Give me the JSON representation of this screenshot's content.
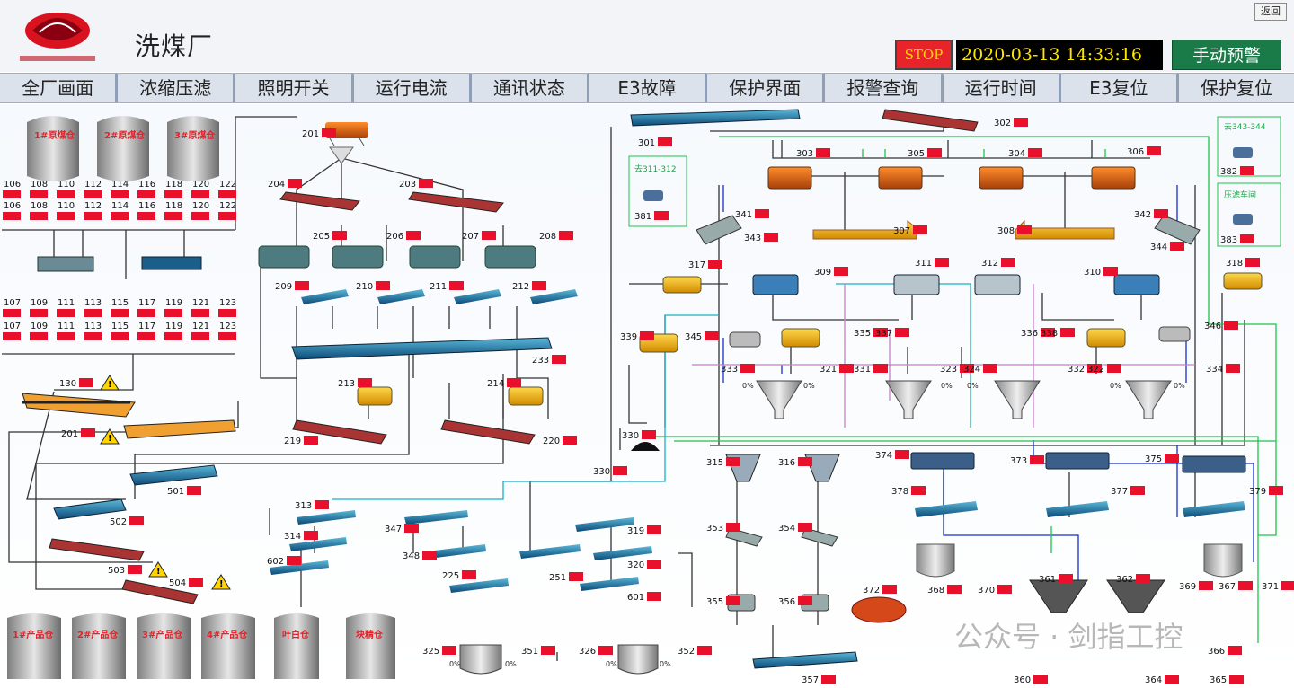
{
  "header": {
    "title": "洗煤厂",
    "stop_label": "STOP",
    "datetime": "2020-03-13  14:33:16",
    "alarm_label": "手动预警",
    "back_label": "返回"
  },
  "nav": [
    "全厂画面",
    "浓缩压滤",
    "照明开关",
    "运行电流",
    "通讯状态",
    "E3故障",
    "保护界面",
    "报警查询",
    "运行时间",
    "E3复位",
    "保护复位"
  ],
  "silos": {
    "top": [
      "1#原煤仓",
      "2#原煤仓",
      "3#原煤仓"
    ],
    "bottom": [
      "1#产品仓",
      "2#产品仓",
      "3#产品仓",
      "4#产品仓",
      "叶白仓",
      "块精仓"
    ]
  },
  "feeders": {
    "row1": [
      "106",
      "108",
      "110",
      "112",
      "114",
      "116",
      "118",
      "120",
      "122"
    ],
    "row2": [
      "107",
      "109",
      "111",
      "113",
      "115",
      "117",
      "119",
      "121",
      "123"
    ]
  },
  "remote_boxes": [
    "去311-312",
    "去343-344",
    "压滤车间"
  ],
  "watermark": "公众号 · 剑指工控",
  "tags": [
    "201",
    "204",
    "203",
    "205",
    "206",
    "207",
    "208",
    "209",
    "210",
    "211",
    "212",
    "213",
    "214",
    "233",
    "219",
    "220",
    "130",
    "201",
    "501",
    "502",
    "503",
    "504",
    "313",
    "314",
    "602",
    "347",
    "348",
    "225",
    "251",
    "319",
    "320",
    "601",
    "330",
    "330",
    "339",
    "345",
    "317",
    "301",
    "302",
    "381",
    "341",
    "343",
    "303",
    "305",
    "304",
    "306",
    "307",
    "308",
    "342",
    "344",
    "382",
    "383",
    "318",
    "309",
    "311",
    "312",
    "310",
    "335",
    "337",
    "336",
    "338",
    "346",
    "333",
    "321",
    "331",
    "323",
    "324",
    "332",
    "322",
    "334",
    "315",
    "316",
    "374",
    "373",
    "375",
    "378",
    "377",
    "379",
    "353",
    "354",
    "355",
    "356",
    "357",
    "372",
    "368",
    "370",
    "361",
    "362",
    "369",
    "367",
    "371",
    "366",
    "365",
    "360",
    "364",
    "325",
    "351",
    "326",
    "352"
  ],
  "colors": {
    "alarm_red": "#e8102a",
    "warning_yellow": "#ffd400",
    "pipe_dark": "#333333",
    "pipe_blue": "#1530c8",
    "pipe_green": "#1ec34a",
    "pipe_cyan": "#1ab0c8",
    "pipe_pink": "#d17ad0"
  }
}
